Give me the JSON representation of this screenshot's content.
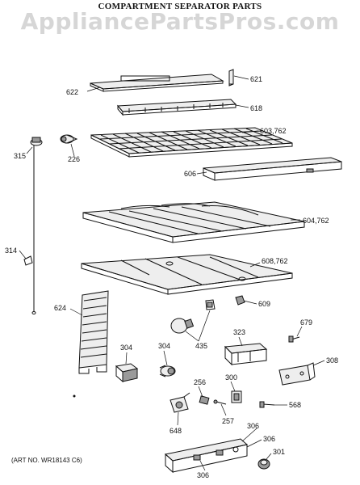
{
  "header": {
    "title": "COMPARTMENT SEPARATOR PARTS",
    "watermark": "AppliancePartsPros.com"
  },
  "footer": {
    "art_no": "(ART NO. WR18143 C6)"
  },
  "callouts": [
    {
      "id": "622",
      "label": "622"
    },
    {
      "id": "621",
      "label": "621"
    },
    {
      "id": "618",
      "label": "618"
    },
    {
      "id": "603",
      "label": "603,762"
    },
    {
      "id": "315",
      "label": "315"
    },
    {
      "id": "226",
      "label": "226"
    },
    {
      "id": "606",
      "label": "606"
    },
    {
      "id": "604",
      "label": "604,762"
    },
    {
      "id": "314",
      "label": "314"
    },
    {
      "id": "608",
      "label": "608,762"
    },
    {
      "id": "609",
      "label": "609"
    },
    {
      "id": "624",
      "label": "624"
    },
    {
      "id": "679",
      "label": "679"
    },
    {
      "id": "435",
      "label": "435"
    },
    {
      "id": "323",
      "label": "323"
    },
    {
      "id": "304a",
      "label": "304"
    },
    {
      "id": "304b",
      "label": "304"
    },
    {
      "id": "308",
      "label": "308"
    },
    {
      "id": "256",
      "label": "256"
    },
    {
      "id": "300",
      "label": "300"
    },
    {
      "id": "568",
      "label": "568"
    },
    {
      "id": "257",
      "label": "257"
    },
    {
      "id": "648",
      "label": "648"
    },
    {
      "id": "306a",
      "label": "306"
    },
    {
      "id": "306b",
      "label": "306"
    },
    {
      "id": "301",
      "label": "301"
    },
    {
      "id": "306c",
      "label": "306"
    }
  ]
}
